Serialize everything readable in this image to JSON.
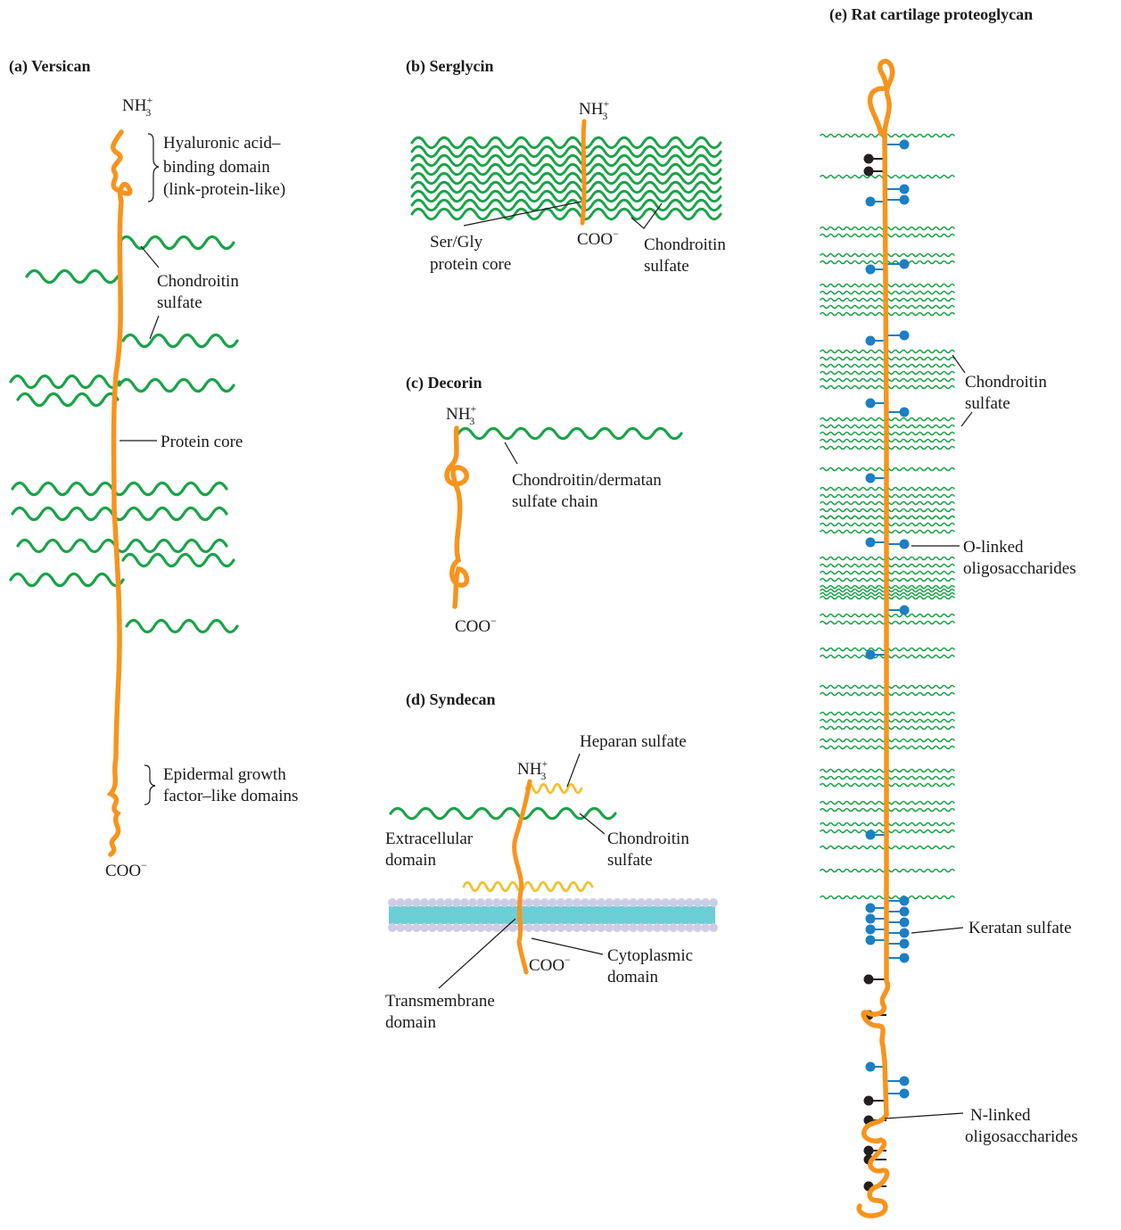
{
  "colors": {
    "protein": "#f7941d",
    "chondroitin": "#1aa34a",
    "heparan": "#f2c12e",
    "o_linked": "#1b7fc4",
    "n_linked": "#231f20",
    "membrane_core": "#6dcfd6",
    "membrane_heads": "#cfcde6"
  },
  "terms": {
    "nh3": "NH",
    "nh3_sub": "3",
    "nh3_sup": "+",
    "coo": "COO",
    "coo_sup": "−"
  },
  "panels": {
    "a": {
      "title": "(a) Versican",
      "labels": {
        "ha_line1": "Hyaluronic acid–",
        "ha_line2": "binding domain",
        "ha_line3": "(link-protein-like)",
        "cs_line1": "Chondroitin",
        "cs_line2": "sulfate",
        "core": "Protein core",
        "egf_line1": "Epidermal growth",
        "egf_line2": "factor–like domains"
      }
    },
    "b": {
      "title": "(b) Serglycin",
      "labels": {
        "core_line1": "Ser/Gly",
        "core_line2": "protein core",
        "cs_line1": "Chondroitin",
        "cs_line2": "sulfate"
      }
    },
    "c": {
      "title": "(c) Decorin",
      "labels": {
        "chain_line1": "Chondroitin/dermatan",
        "chain_line2": "sulfate chain"
      }
    },
    "d": {
      "title": "(d) Syndecan",
      "labels": {
        "heparan": "Heparan sulfate",
        "extra_line1": "Extracellular",
        "extra_line2": "domain",
        "cs_line1": "Chondroitin",
        "cs_line2": "sulfate",
        "cyto_line1": "Cytoplasmic",
        "cyto_line2": "domain",
        "tm_line1": "Transmembrane",
        "tm_line2": "domain"
      }
    },
    "e": {
      "title": "(e) Rat cartilage proteoglycan",
      "labels": {
        "cs_line1": "Chondroitin",
        "cs_line2": "sulfate",
        "ol_line1": "O-linked",
        "ol_line2": "oligosaccharides",
        "ks": "Keratan sulfate",
        "nl_line1": "N-linked",
        "nl_line2": "oligosaccharides"
      }
    }
  }
}
